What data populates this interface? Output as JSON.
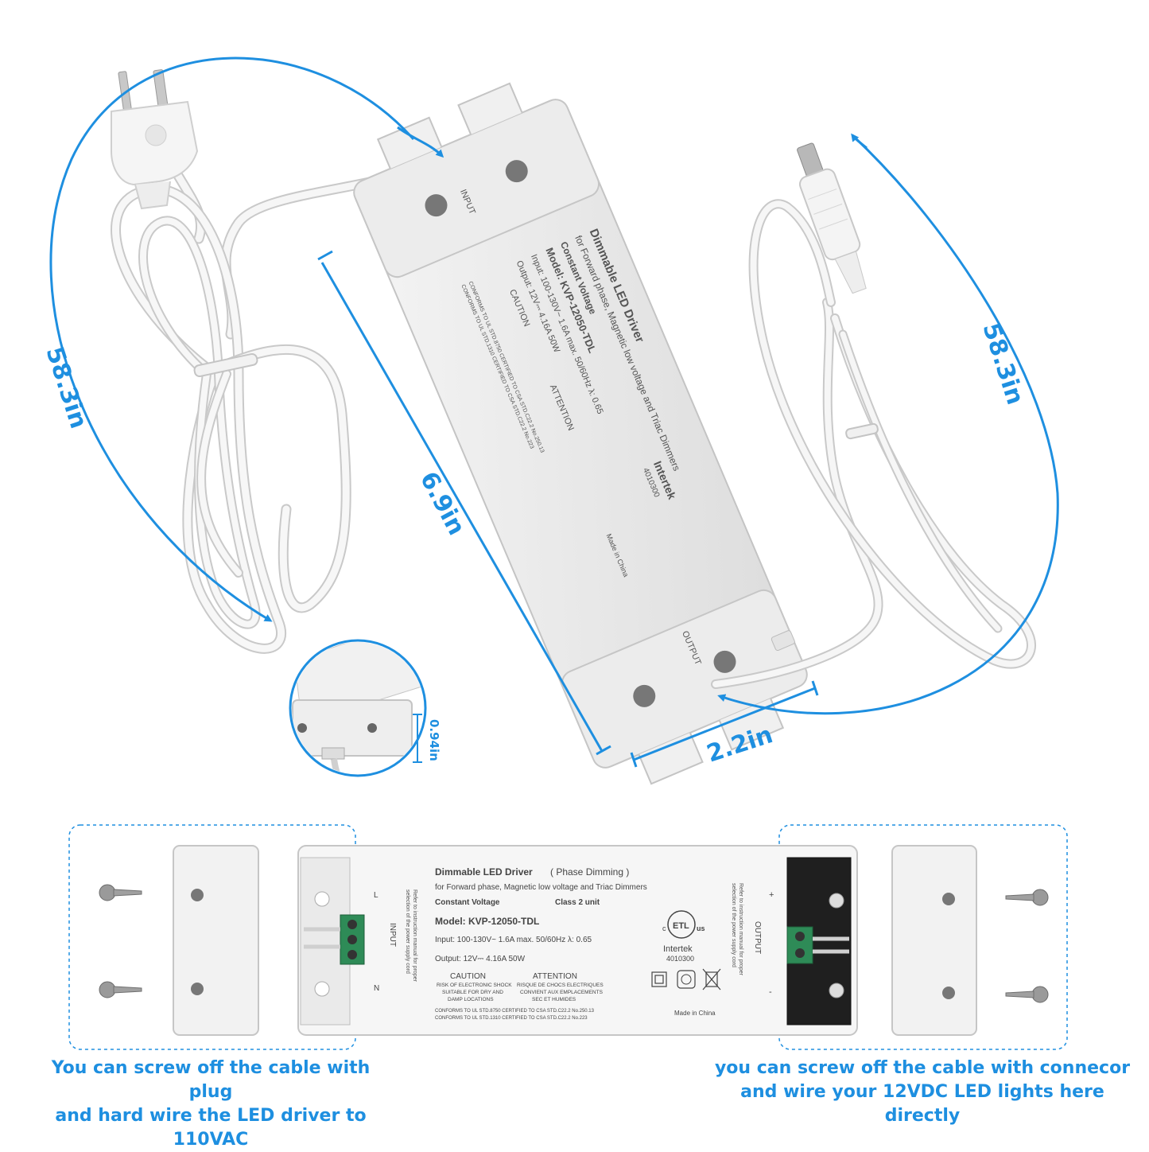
{
  "accent_color": "#1e8fe0",
  "dimensions": {
    "cord_input": "58.3in",
    "cord_output": "58.3in",
    "length": "6.9in",
    "width": "2.2in",
    "height": "0.94in"
  },
  "driver_label": {
    "title": "Dimmable LED Driver",
    "title_suffix": "( Phase Dimming )",
    "subtitle": "for Forward phase, Magnetic low voltage and Triac Dimmers",
    "voltage_type": "Constant Voltage",
    "class": "Class 2 unit",
    "model": "Model: KVP-12050-TDL",
    "input": "Input: 100-130V~ 1.6A max.  50/60Hz  λ: 0.65",
    "output": "Output: 12V⎓ 4.16A  50W",
    "caution_title": "CAUTION",
    "caution_line1": "RISK OF ELECTRONIC SHOCK",
    "caution_line2": "SUITABLE FOR DRY AND",
    "caution_line3": "DAMP LOCATIONS",
    "attention_title": "ATTENTION",
    "attention_line1": "RISQUE DE CHOCS ELECTRIQUES",
    "attention_line2": "CONVIENT AUX EMPLACEMENTS",
    "attention_line3": "SEC ET HUMIDES",
    "conform1": "CONFORMS TO UL STD.8750 CERTIFIED TO CSA STD.C22.2 No.250.13",
    "conform2": "CONFORMS TO UL STD.1310 CERTIFIED TO CSA STD.C22.2 No.223",
    "cert_brand": "Intertek",
    "cert_number": "4010300",
    "etl_mark": "ETL",
    "cert_c": "c",
    "cert_us": "us",
    "made_in": "Made in China",
    "input_label": "INPUT",
    "output_label": "OUTPUT",
    "input_note1": "Refer to instruction manual for proper",
    "input_note2": "selection of the power supply cord",
    "output_note1": "Refer to instruction manual for proper",
    "output_note2": "selection of the power supply cord",
    "terminal_l": "L",
    "terminal_n": "N",
    "terminal_plus": "+",
    "terminal_minus": "-"
  },
  "captions": {
    "left_line1": "You can screw off the cable with plug",
    "left_line2": "and hard wire the LED driver to 110VAC",
    "right_line1": "you can screw off the cable with connecor",
    "right_line2": "and wire your 12VDC LED lights here directly"
  }
}
